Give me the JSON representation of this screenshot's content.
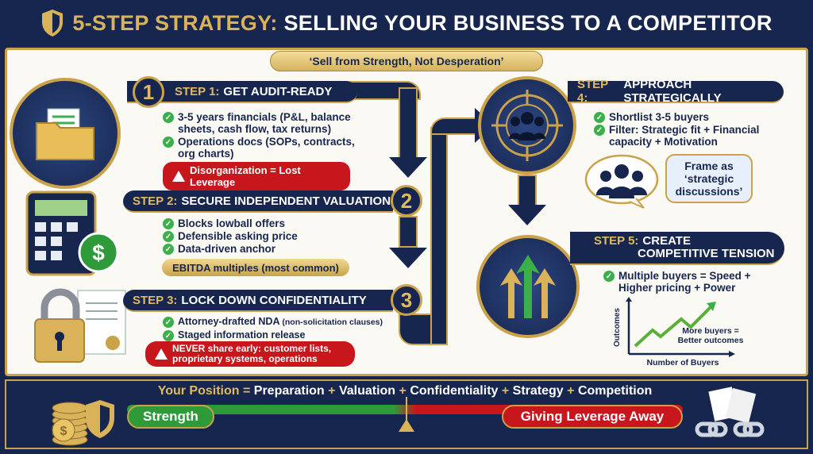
{
  "header": {
    "title_accent": "5-STEP STRATEGY:",
    "title_rest": " SELLING YOUR BUSINESS TO A COMPETITOR",
    "icon": "shield-icon"
  },
  "subtitle": "‘Sell from Strength, Not Desperation’",
  "steps": [
    {
      "num": "1",
      "prefix": "STEP 1:",
      "title": "GET AUDIT-READY",
      "icon": "folder-documents-icon",
      "items": [
        "3-5 years financials (P&L, balance sheets, cash flow, tax returns)",
        "Operations docs (SOPs, contracts, org charts)"
      ],
      "warning": "Disorganization = Lost Leverage"
    },
    {
      "num": "2",
      "prefix": "STEP 2:",
      "title": "SECURE INDEPENDENT VALUATION",
      "icon": "calculator-dollar-icon",
      "items": [
        "Blocks lowball offers",
        "Defensible asking price",
        "Data-driven anchor"
      ],
      "note": "EBITDA multiples (most common)"
    },
    {
      "num": "3",
      "prefix": "STEP 3:",
      "title": "LOCK DOWN CONFIDENTIALITY",
      "icon": "padlock-document-icon",
      "items": [
        "Attorney-drafted NDA",
        "Staged information release"
      ],
      "item0_small": " (non-solicitation clauses)",
      "warning": "NEVER share early: customer lists, proprietary systems, operations"
    },
    {
      "prefix": "STEP 4:",
      "title": "APPROACH STRATEGICALLY",
      "icon": "target-buyers-icon",
      "items": [
        "Shortlist 3-5 buyers",
        "Filter: Strategic fit + Financial capacity + Motivation"
      ],
      "bubble": "Frame as ‘strategic discussions’"
    },
    {
      "prefix": "STEP 5:",
      "title": "CREATE",
      "title2": "COMPETITIVE TENSION",
      "icon": "competing-arrows-icon",
      "items": [
        "Multiple buyers = Speed + Higher pricing + Power"
      ],
      "chart": {
        "ylabel": "Outcomes",
        "xlabel": "Number of Buyers",
        "annotation": "More buyers = Better outcomes",
        "trend": "rising"
      }
    }
  ],
  "footer": {
    "formula": [
      "Your Position",
      "=",
      "Preparation",
      "+",
      "Valuation",
      "+",
      "Confidentiality",
      "+",
      "Strategy",
      "+",
      "Competition"
    ],
    "left_label": "Strength",
    "right_label": "Giving Leverage Away",
    "left_color": "#2f9a3a",
    "right_color": "#c8161d"
  },
  "colors": {
    "navy": "#17264f",
    "gold": "#c9a24a",
    "green": "#3bb04a",
    "red": "#c8161d"
  }
}
